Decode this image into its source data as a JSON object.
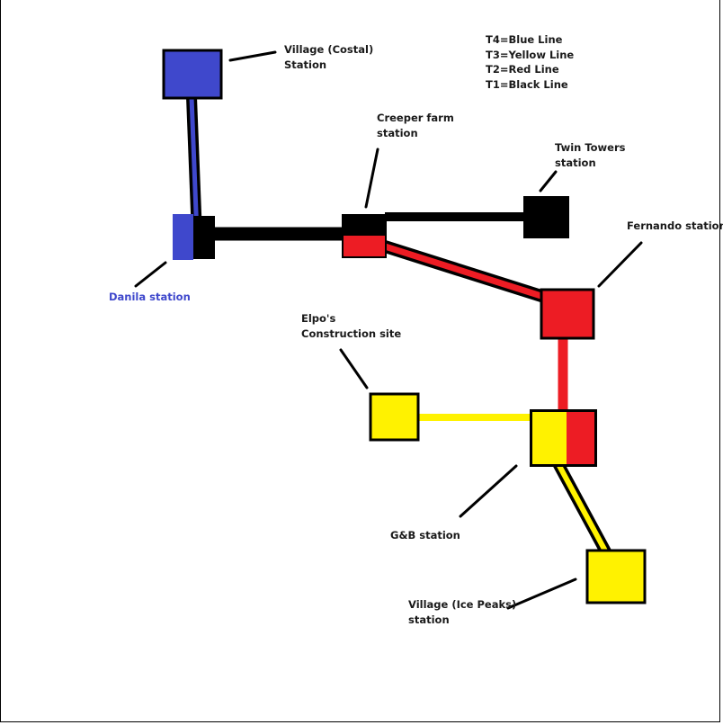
{
  "legend": {
    "t4": "T4=Blue Line",
    "t3": "T3=Yellow Line",
    "t2": "T2=Red Line",
    "t1": "T1=Black Line"
  },
  "stations": {
    "village_costal": {
      "line1": "Village (Costal)",
      "line2": "Station"
    },
    "creeper_farm": {
      "line1": "Creeper farm",
      "line2": "station"
    },
    "twin_towers": {
      "line1": "Twin Towers",
      "line2": "station"
    },
    "fernando": {
      "line1": "Fernando station"
    },
    "danila": {
      "line1": "Danila station"
    },
    "elpos": {
      "line1": "Elpo's",
      "line2": "Construction site"
    },
    "gb": {
      "line1": "G&B station"
    },
    "village_ice": {
      "line1": "Village (Ice Peaks)",
      "line2": "station"
    }
  },
  "colors": {
    "blue": "#3f48cc",
    "yellow": "#fff200",
    "red": "#ed1c24",
    "black": "#000000",
    "label": "#1a1a1a"
  }
}
